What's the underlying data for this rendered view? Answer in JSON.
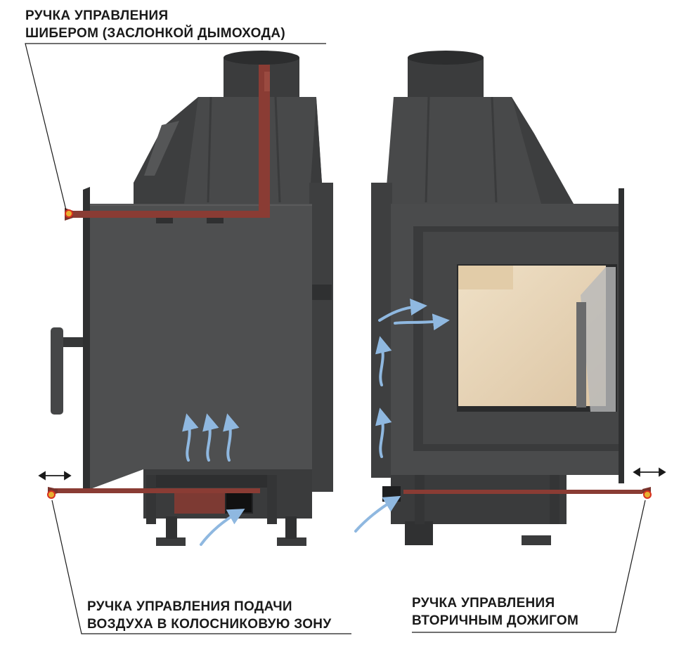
{
  "labels": {
    "damper_line1": "РУЧКА УПРАВЛЕНИЯ",
    "damper_line2": "ШИБЕРОМ (ЗАСЛОНКОЙ ДЫМОХОДА)",
    "air_line1": "РУЧКА УПРАВЛЕНИЯ ПОДАЧИ",
    "air_line2": "ВОЗДУХА В КОЛОСНИКОВУЮ ЗОНУ",
    "secondary_line1": "РУЧКА УПРАВЛЕНИЯ",
    "secondary_line2": "ВТОРИЧНЫМ ДОЖИГОМ"
  },
  "icons": {
    "slide_arrow_left": "↔",
    "slide_arrow_right": "↔",
    "airflow": "airflow-arrow-icon",
    "handle_knob": "knob-icon"
  },
  "colors": {
    "body_dark": "#3a3b3c",
    "body_mid": "#4a4b4c",
    "body_light": "#5c5d5e",
    "rod": "#8a3c34",
    "knob": "#e8b030",
    "knob_core": "#d83020",
    "airflow": "#8fb8e0",
    "glass": "#e6d3b6",
    "text": "#1a1a1a"
  }
}
